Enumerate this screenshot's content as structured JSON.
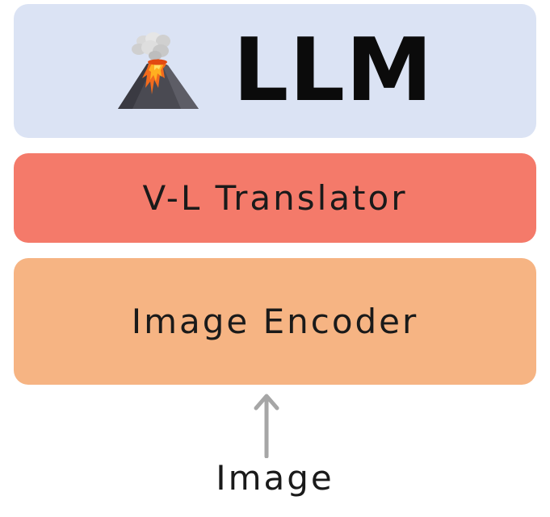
{
  "llm": {
    "title": "LLM",
    "icon": "volcano-icon",
    "bg_color": "#dbe3f4",
    "text_color": "#0b0b0b"
  },
  "translator": {
    "label": "V-L Translator",
    "bg_color": "#f47a6a"
  },
  "encoder": {
    "label": "Image Encoder",
    "bg_color": "#f6b483"
  },
  "input": {
    "label": "Image",
    "arrow_icon": "up-arrow-icon",
    "arrow_color": "#a6a6a6"
  }
}
